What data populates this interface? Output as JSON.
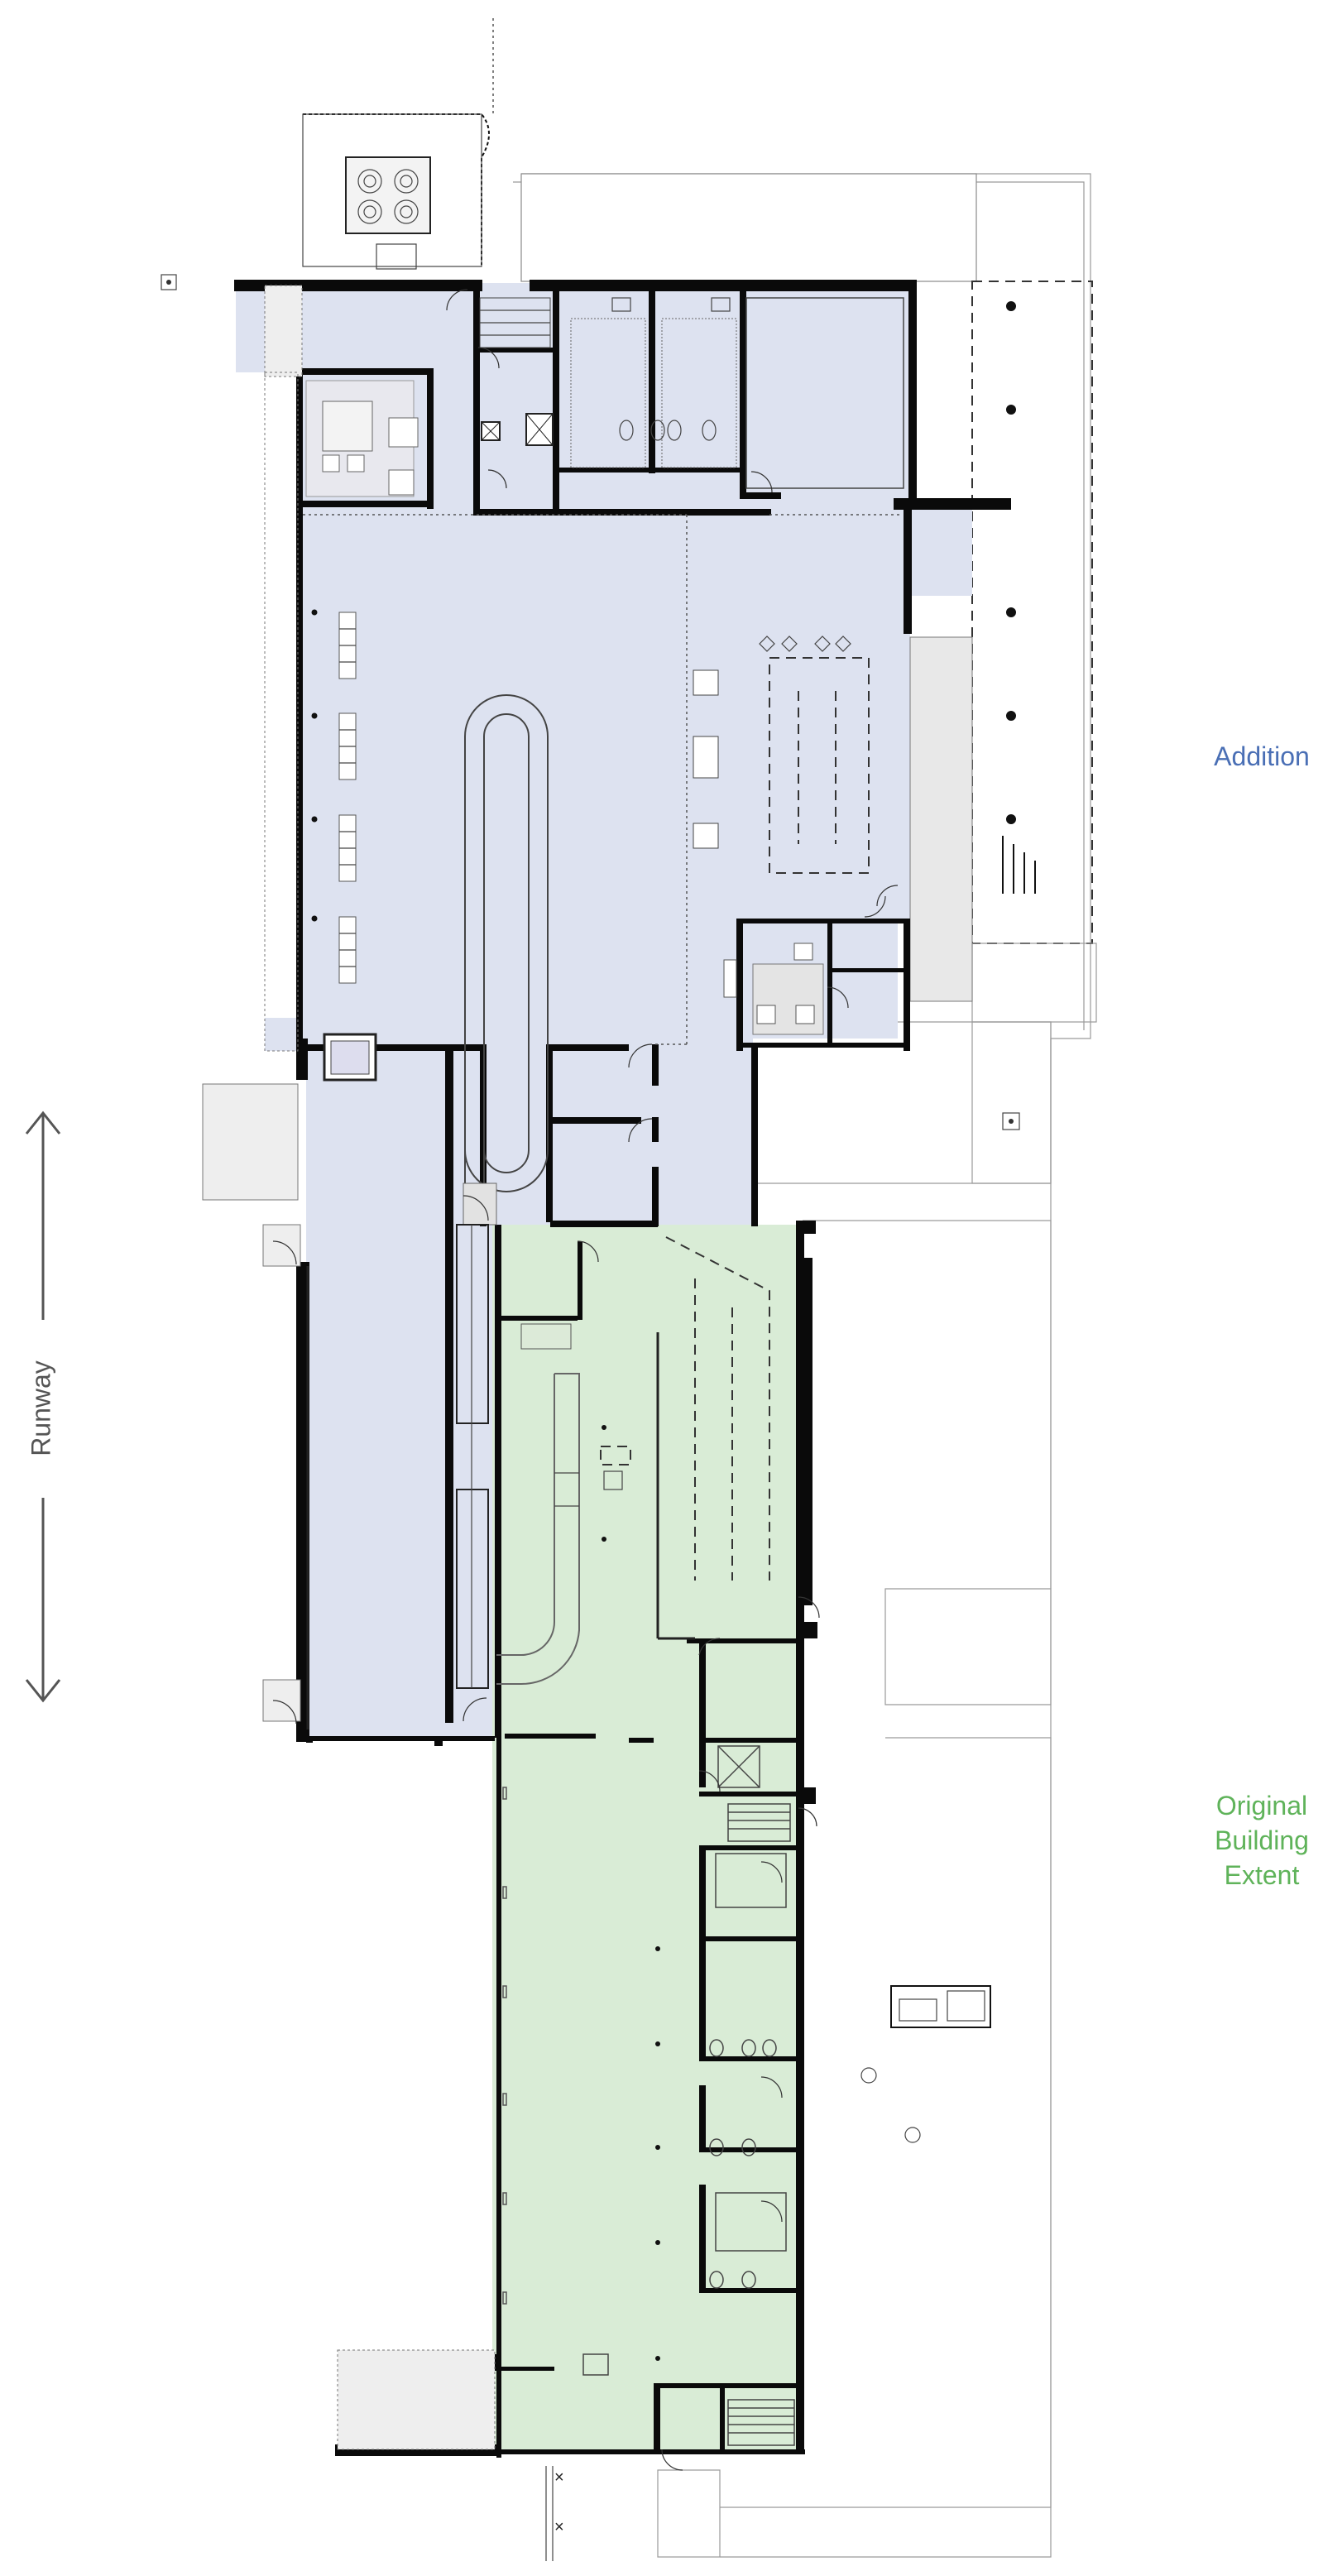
{
  "colors": {
    "addition_fill": "#dde2f0",
    "original_fill": "#d9ecd6",
    "addition_text": "#4a6fb5",
    "original_text": "#5fb35a",
    "runway_text": "#555555",
    "runway_arrow": "#555555"
  },
  "labels": {
    "addition": "Addition",
    "original_line1": "Original",
    "original_line2": "Building",
    "original_line3": "Extent",
    "runway": "Runway"
  },
  "icons": {
    "runway_arrow": "double-headed-arrow-icon",
    "fan_unit": "rooftop-fan-unit-icon"
  }
}
